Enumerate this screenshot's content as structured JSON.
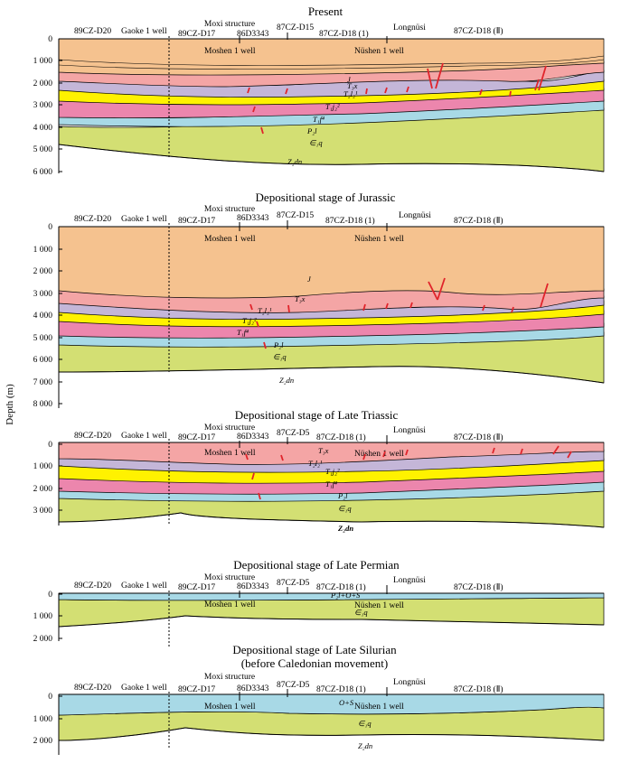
{
  "y_axis_label": "Depth (m)",
  "colors": {
    "J": "#f5c28f",
    "T3x": "#f4a5a5",
    "T2l": "#c4b6d8",
    "T1j": "#fff200",
    "T1f": "#ec86ad",
    "P": "#a8d9e6",
    "Cq": "#d3df73",
    "fault": "#e0242b"
  },
  "panels": [
    {
      "title": "Present",
      "title2": "",
      "structure_label": "Moxi structure",
      "line_labels": {
        "l1": "89CZ-D20",
        "l2": "Gaoke 1 well",
        "l3": "89CZ-D17",
        "l4": "86D3343",
        "l5": "87CZ-D15",
        "l6": "87CZ-D18 (1)",
        "l7": "Longnüsi",
        "l8": "87CZ-D18 (Ⅱ)"
      },
      "wells": {
        "w1": "Moshen 1 well",
        "w2": "Nüshen 1 well"
      },
      "ticks": [
        "0",
        "1 000",
        "2 000",
        "3 000",
        "4 000",
        "5 000",
        "6 000"
      ],
      "strata": {
        "J": "J",
        "T3x": "T₃x",
        "T2l": "T₂l₂¹",
        "T1j": "T₁j₂²",
        "T1f": "T₁f⁴",
        "P": "P₂l",
        "Cq": "∈₁q",
        "Z": "Z₂dn"
      }
    },
    {
      "title": "Depositional stage of Jurassic",
      "title2": "",
      "structure_label": "Moxi structure",
      "line_labels": {
        "l1": "89CZ-D20",
        "l2": "Gaoke 1 well",
        "l3": "89CZ-D17",
        "l4": "86D3343",
        "l5": "87CZ-D15",
        "l6": "87CZ-D18 (1)",
        "l7": "Longnüsi",
        "l8": "87CZ-D18 (Ⅱ)"
      },
      "wells": {
        "w1": "Moshen 1 well",
        "w2": "Nüshen 1 well"
      },
      "ticks": [
        "0",
        "1 000",
        "2 000",
        "3 000",
        "4 000",
        "5 000",
        "6 000",
        "7 000",
        "8 000"
      ],
      "strata": {
        "J": "J",
        "T3x": "T₃x",
        "T2l": "T₂l₂¹",
        "T1j": "T₁j₂²",
        "T1f": "T₁f⁴",
        "P": "P₂l",
        "Cq": "∈₁q",
        "Z": "Z₂dn"
      }
    },
    {
      "title": "Depositional stage of Late Triassic",
      "title2": "",
      "structure_label": "Moxi structure",
      "line_labels": {
        "l1": "89CZ-D20",
        "l2": "Gaoke 1 well",
        "l3": "89CZ-D17",
        "l4": "86D3343",
        "l5": "87CZ-D5",
        "l6": "87CZ-D18 (1)",
        "l7": "Longnüsi",
        "l8": "87CZ-D18 (Ⅱ)"
      },
      "wells": {
        "w1": "Moshen 1 well",
        "w2": "Nüshen 1 well"
      },
      "ticks": [
        "0",
        "1 000",
        "2 000",
        "3 000"
      ],
      "strata": {
        "T3x": "T₃x",
        "T2l": "T₂l₂¹",
        "T1j": "T₁j₂²",
        "T1f": "T₁f⁴",
        "P": "P₂l",
        "Cq": "∈₁q",
        "Z": "Z₂dn"
      }
    },
    {
      "title": "Depositional stage of Late Permian",
      "title2": "",
      "structure_label": "Moxi structure",
      "line_labels": {
        "l1": "89CZ-D20",
        "l2": "Gaoke 1 well",
        "l3": "89CZ-D17",
        "l4": "86D3343",
        "l5": "87CZ-D5",
        "l6": "87CZ-D18 (1)",
        "l7": "Longnüsi",
        "l8": "87CZ-D18 (Ⅱ)"
      },
      "wells": {
        "w1": "Moshen 1 well",
        "w2": "Nüshen 1 well"
      },
      "ticks": [
        "0",
        "1 000",
        "2 000"
      ],
      "strata": {
        "P": "P₂l+O+S",
        "Cq": "∈₁q"
      }
    },
    {
      "title": "Depositional stage of Late Silurian",
      "title2": "(before Caledonian movement)",
      "structure_label": "Moxi structure",
      "line_labels": {
        "l1": "89CZ-D20",
        "l2": "Gaoke 1 well",
        "l3": "89CZ-D17",
        "l4": "86D3343",
        "l5": "87CZ-D5",
        "l6": "87CZ-D18 (1)",
        "l7": "Longnüsi",
        "l8": "87CZ-D18 (Ⅱ)"
      },
      "wells": {
        "w1": "Moshen 1 well",
        "w2": "Nüshen 1 well"
      },
      "ticks": [
        "0",
        "1 000",
        "2 000"
      ],
      "strata": {
        "P": "O+S",
        "Cq": "∈₁q",
        "Z": "Z₂dn"
      }
    }
  ]
}
